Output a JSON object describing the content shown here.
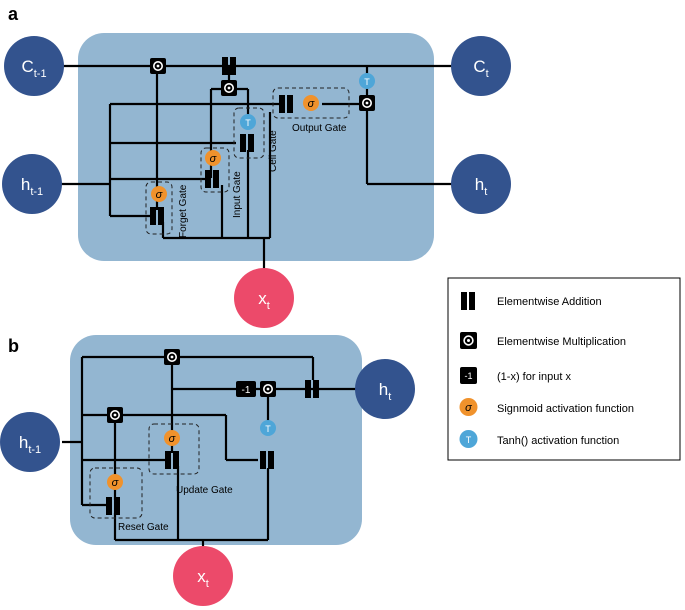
{
  "panel_a": {
    "label": "a",
    "inputs": {
      "c_prev": "C",
      "c_prev_sub": "t-1",
      "h_prev": "h",
      "h_prev_sub": "t-1",
      "x": "x",
      "x_sub": "t"
    },
    "outputs": {
      "c": "C",
      "c_sub": "t",
      "h": "h",
      "h_sub": "t"
    },
    "gates": {
      "forget": "Forget Gate",
      "input": "Input Gate",
      "cell": "Cell Gate",
      "output": "Output Gate"
    }
  },
  "panel_b": {
    "label": "b",
    "inputs": {
      "h_prev": "h",
      "h_prev_sub": "t-1",
      "x": "x",
      "x_sub": "t"
    },
    "outputs": {
      "h": "h",
      "h_sub": "t"
    },
    "gates": {
      "update": "Update Gate",
      "reset": "Reset Gate"
    },
    "minus_one": "-1"
  },
  "symbols": {
    "sigma": "σ",
    "tanh": "T"
  },
  "legend": {
    "items": [
      {
        "symbol": "elementwise-addition",
        "label": "Elementwise Addition"
      },
      {
        "symbol": "elementwise-multiplication",
        "label": "Elementwise Multiplication"
      },
      {
        "symbol": "one-minus-x",
        "glyph": "-1",
        "label": "(1-x) for input x"
      },
      {
        "symbol": "sigmoid",
        "glyph": "σ",
        "label": "Signmoid activation function"
      },
      {
        "symbol": "tanh",
        "glyph": "T",
        "label": "Tanh() activation function"
      }
    ]
  },
  "colors": {
    "panel_bg": "#93b6d1",
    "node_blue": "#33538e",
    "node_pink": "#ec4a6a",
    "sigmoid_orange": "#f0922c",
    "tanh_blue": "#4ea6d8",
    "line": "#000000"
  }
}
